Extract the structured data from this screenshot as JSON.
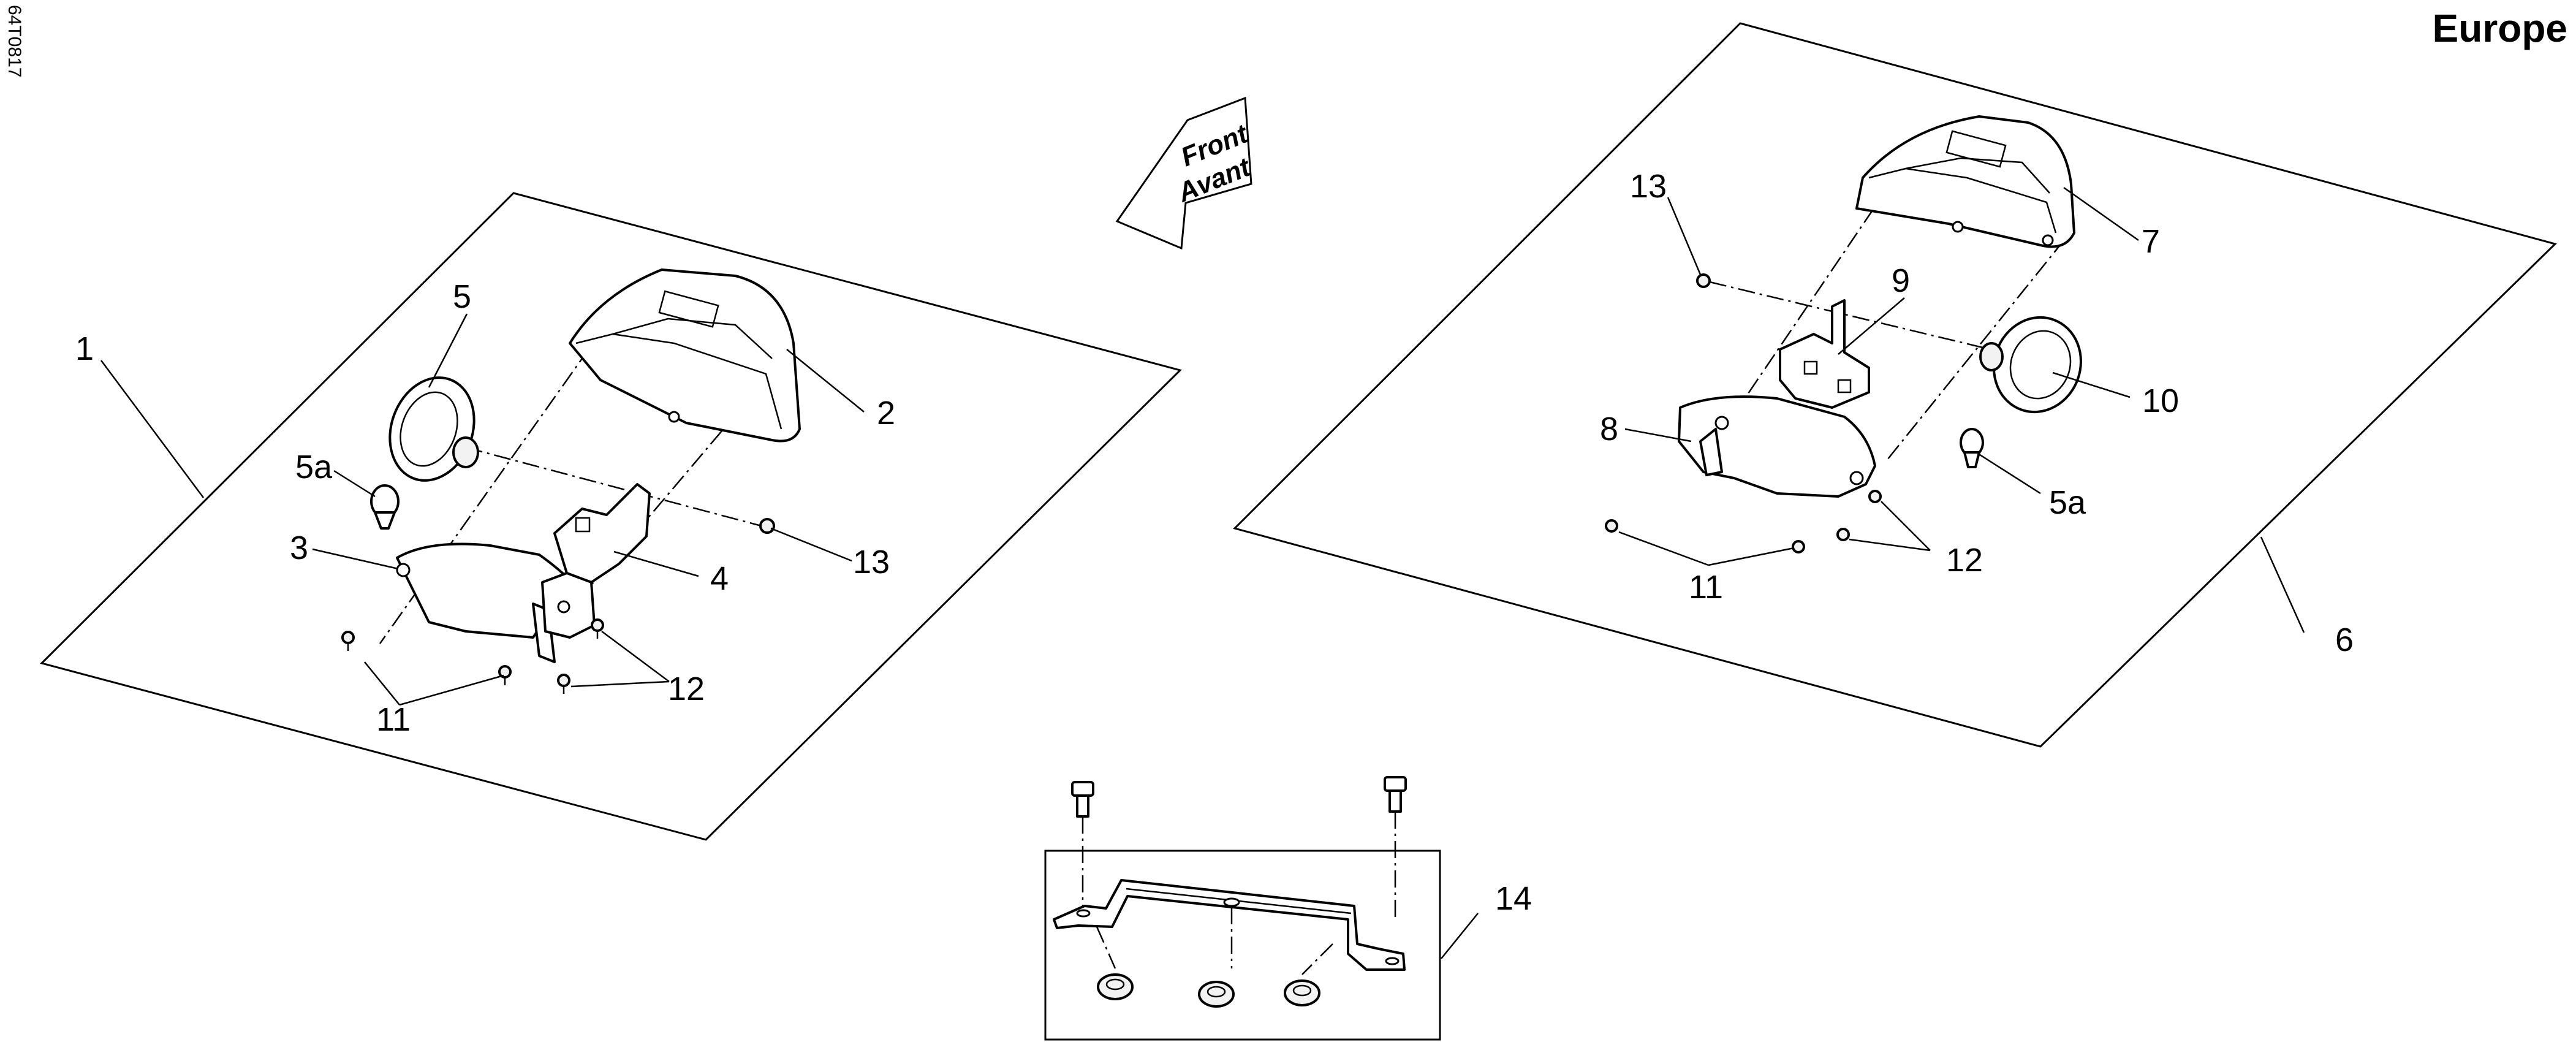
{
  "header": {
    "region_title": "Europe",
    "drawing_code": "64T0817"
  },
  "direction_arrow": {
    "line1": "Front",
    "line2": "Avant"
  },
  "callouts": {
    "left": [
      "1",
      "2",
      "3",
      "4",
      "5",
      "5a",
      "11",
      "12",
      "13"
    ],
    "right": [
      "6",
      "7",
      "8",
      "9",
      "10",
      "5a",
      "11",
      "12",
      "13"
    ],
    "bottom": [
      "14"
    ]
  }
}
